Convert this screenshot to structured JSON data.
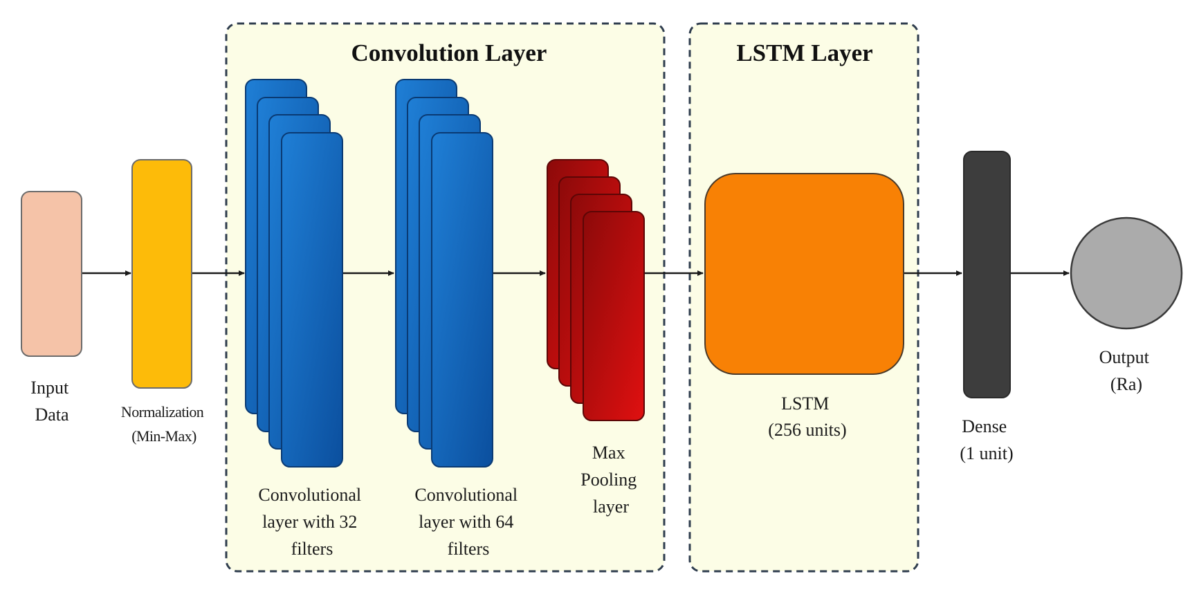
{
  "groups": {
    "convolution": {
      "title": "Convolution Layer"
    },
    "lstm": {
      "title": "LSTM Layer"
    }
  },
  "nodes": {
    "input": {
      "label_lines": [
        "Input",
        "Data"
      ]
    },
    "normalization": {
      "label_lines": [
        "Normalization",
        "(Min-Max)"
      ]
    },
    "conv32": {
      "label_lines": [
        "Convolutional",
        "layer with 32",
        "filters"
      ]
    },
    "conv64": {
      "label_lines": [
        "Convolutional",
        "layer with 64",
        "filters"
      ]
    },
    "maxpool": {
      "label_lines": [
        "Max",
        "Pooling",
        "layer"
      ]
    },
    "lstm": {
      "label_lines": [
        "LSTM",
        "(256 units)"
      ]
    },
    "dense": {
      "label_lines": [
        "Dense",
        "(1 unit)"
      ]
    },
    "output": {
      "label_lines": [
        "Output",
        "(Ra)"
      ]
    }
  },
  "colors": {
    "input": "#f5c3a8",
    "normalization": "#fdbb09",
    "conv_light": "#1f7fd6",
    "conv_dark": "#0b4f9e",
    "pool_light": "#e01010",
    "pool_dark": "#8c0a0a",
    "lstm": "#f88105",
    "dense": "#3d3d3d",
    "output": "#ababab",
    "group_fill": "#fcfde6",
    "group_border": "#2f3d4e",
    "arrow": "#1a1a1a"
  }
}
